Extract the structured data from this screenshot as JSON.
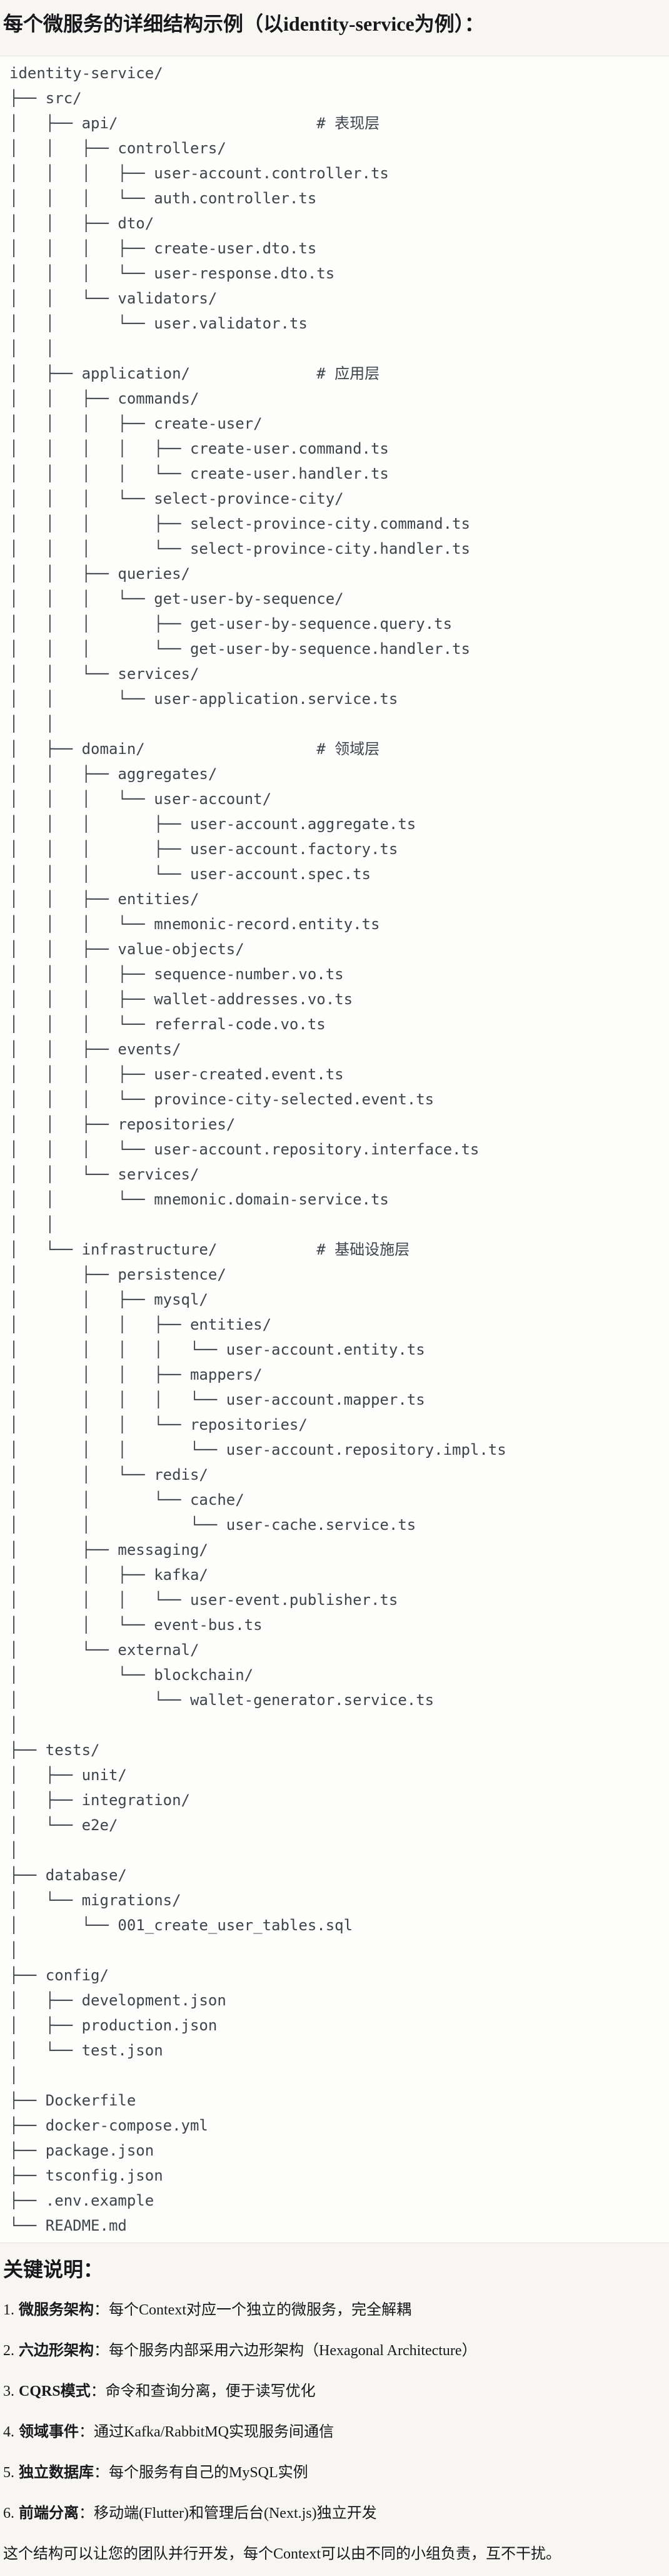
{
  "title": "每个微服务的详细结构示例（以identity-service为例）：",
  "code_block": {
    "lines": [
      "identity-service/",
      "├── src/",
      "│   ├── api/                      # 表现层",
      "│   │   ├── controllers/",
      "│   │   │   ├── user-account.controller.ts",
      "│   │   │   └── auth.controller.ts",
      "│   │   ├── dto/",
      "│   │   │   ├── create-user.dto.ts",
      "│   │   │   └── user-response.dto.ts",
      "│   │   └── validators/",
      "│   │       └── user.validator.ts",
      "│   │",
      "│   ├── application/              # 应用层",
      "│   │   ├── commands/",
      "│   │   │   ├── create-user/",
      "│   │   │   │   ├── create-user.command.ts",
      "│   │   │   │   └── create-user.handler.ts",
      "│   │   │   └── select-province-city/",
      "│   │   │       ├── select-province-city.command.ts",
      "│   │   │       └── select-province-city.handler.ts",
      "│   │   ├── queries/",
      "│   │   │   └── get-user-by-sequence/",
      "│   │   │       ├── get-user-by-sequence.query.ts",
      "│   │   │       └── get-user-by-sequence.handler.ts",
      "│   │   └── services/",
      "│   │       └── user-application.service.ts",
      "│   │",
      "│   ├── domain/                   # 领域层",
      "│   │   ├── aggregates/",
      "│   │   │   └── user-account/",
      "│   │   │       ├── user-account.aggregate.ts",
      "│   │   │       ├── user-account.factory.ts",
      "│   │   │       └── user-account.spec.ts",
      "│   │   ├── entities/",
      "│   │   │   └── mnemonic-record.entity.ts",
      "│   │   ├── value-objects/",
      "│   │   │   ├── sequence-number.vo.ts",
      "│   │   │   ├── wallet-addresses.vo.ts",
      "│   │   │   └── referral-code.vo.ts",
      "│   │   ├── events/",
      "│   │   │   ├── user-created.event.ts",
      "│   │   │   └── province-city-selected.event.ts",
      "│   │   ├── repositories/",
      "│   │   │   └── user-account.repository.interface.ts",
      "│   │   └── services/",
      "│   │       └── mnemonic.domain-service.ts",
      "│   │",
      "│   └── infrastructure/           # 基础设施层",
      "│       ├── persistence/",
      "│       │   ├── mysql/",
      "│       │   │   ├── entities/",
      "│       │   │   │   └── user-account.entity.ts",
      "│       │   │   ├── mappers/",
      "│       │   │   │   └── user-account.mapper.ts",
      "│       │   │   └── repositories/",
      "│       │   │       └── user-account.repository.impl.ts",
      "│       │   └── redis/",
      "│       │       └── cache/",
      "│       │           └── user-cache.service.ts",
      "│       ├── messaging/",
      "│       │   ├── kafka/",
      "│       │   │   └── user-event.publisher.ts",
      "│       │   └── event-bus.ts",
      "│       └── external/",
      "│           └── blockchain/",
      "│               └── wallet-generator.service.ts",
      "│",
      "├── tests/",
      "│   ├── unit/",
      "│   ├── integration/",
      "│   └── e2e/",
      "│",
      "├── database/",
      "│   └── migrations/",
      "│       └── 001_create_user_tables.sql",
      "│",
      "├── config/",
      "│   ├── development.json",
      "│   ├── production.json",
      "│   └── test.json",
      "│",
      "├── Dockerfile",
      "├── docker-compose.yml",
      "├── package.json",
      "├── tsconfig.json",
      "├── .env.example",
      "└── README.md"
    ]
  },
  "notes": {
    "heading": "关键说明：",
    "items": [
      {
        "num": "1.",
        "label": "微服务架构",
        "text": "：每个Context对应一个独立的微服务，完全解耦"
      },
      {
        "num": "2.",
        "label": "六边形架构",
        "text": "：每个服务内部采用六边形架构（Hexagonal Architecture）"
      },
      {
        "num": "3.",
        "label": "CQRS模式",
        "text": "：命令和查询分离，便于读写优化"
      },
      {
        "num": "4.",
        "label": "领域事件",
        "text": "：通过Kafka/RabbitMQ实现服务间通信"
      },
      {
        "num": "5.",
        "label": "独立数据库",
        "text": "：每个服务有自己的MySQL实例"
      },
      {
        "num": "6.",
        "label": "前端分离",
        "text": "：移动端(Flutter)和管理后台(Next.js)独立开发"
      }
    ],
    "footer": "这个结构可以让您的团队并行开发，每个Context可以由不同的小组负责，互不干扰。"
  },
  "colors": {
    "page_bg": "#f7f6f2",
    "code_bg": "#fdfdfb",
    "code_border": "#e5e3dd",
    "text": "#17171c",
    "code_text": "#3e444b"
  }
}
